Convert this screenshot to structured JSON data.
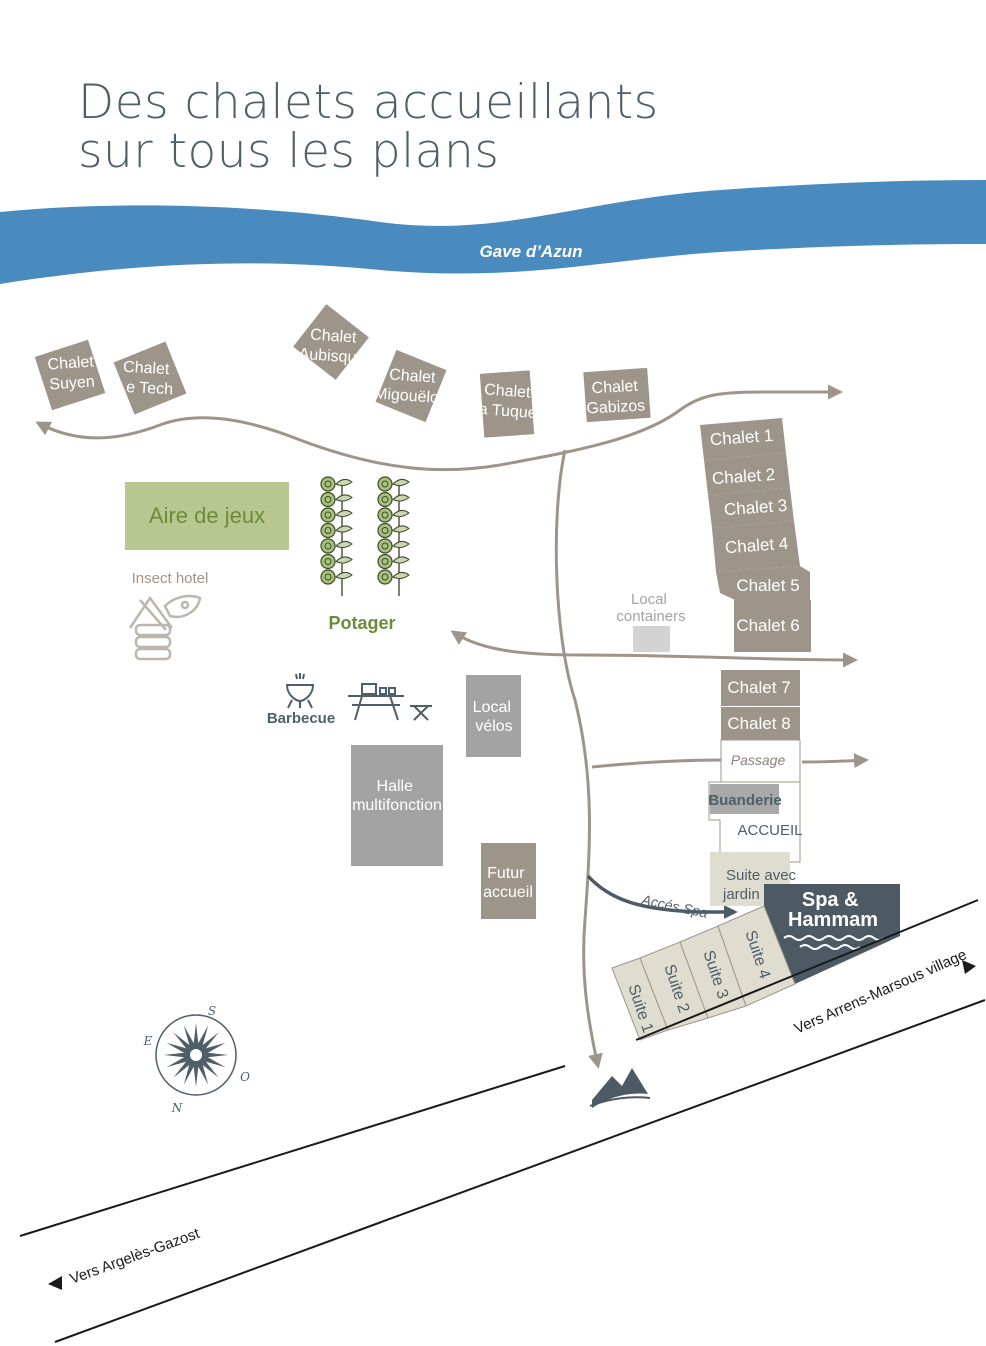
{
  "title": {
    "line1": "Des chalets accueillants",
    "line2": "sur tous les plans"
  },
  "river": {
    "name": "Gave d’Azun"
  },
  "chalets_top": [
    "Chalet",
    "Suyen",
    "Chalet",
    "Le Tech",
    "Chalet",
    "Aubisque",
    "Chalet",
    "Migouëlou",
    "Chalet",
    "la Tuque",
    "Chalet",
    "Gabizos"
  ],
  "chalets_right": [
    "Chalet 1",
    "Chalet 2",
    "Chalet 3",
    "Chalet 4",
    "Chalet 5",
    "Chalet 6",
    "Chalet 7",
    "Chalet 8"
  ],
  "areas": {
    "playground": "Aire de jeux",
    "insect_hotel": "Insect hotel",
    "garden": "Potager",
    "local_containers_1": "Local",
    "local_containers_2": "containers",
    "barbecue": "Barbecue",
    "local_velos_1": "Local",
    "local_velos_2": "vélos",
    "halle_1": "Halle",
    "halle_2": "multifonction",
    "futur_1": "Futur",
    "futur_2": "accueil",
    "passage": "Passage",
    "buanderie": "Buanderie",
    "accueil": "ACCUEIL",
    "suite_jardin_1": "Suite avec",
    "suite_jardin_2": "jardin",
    "spa_1": "Spa &",
    "spa_2": "Hammam",
    "acces_spa": "Accés Spa"
  },
  "suites": [
    "Suite 1",
    "Suite 2",
    "Suite 3",
    "Suite 4"
  ],
  "roads": {
    "east": "Vers Arrens-Marsous village",
    "west": "Vers Argelès-Gazost"
  },
  "compass": {
    "s": "S",
    "e": "E",
    "o": "O",
    "n": "N"
  },
  "colors": {
    "river": "#4a8bbf",
    "chalet": "#9e958a",
    "chalet_text": "#ffffff",
    "green_area": "#b8c790",
    "green_text": "#6e8a3a",
    "gray_box": "#a3a3a3",
    "spa": "#4d5a63",
    "suite": "#deddd0",
    "path": "#9e958a",
    "text_dark": "#4f5f68"
  }
}
